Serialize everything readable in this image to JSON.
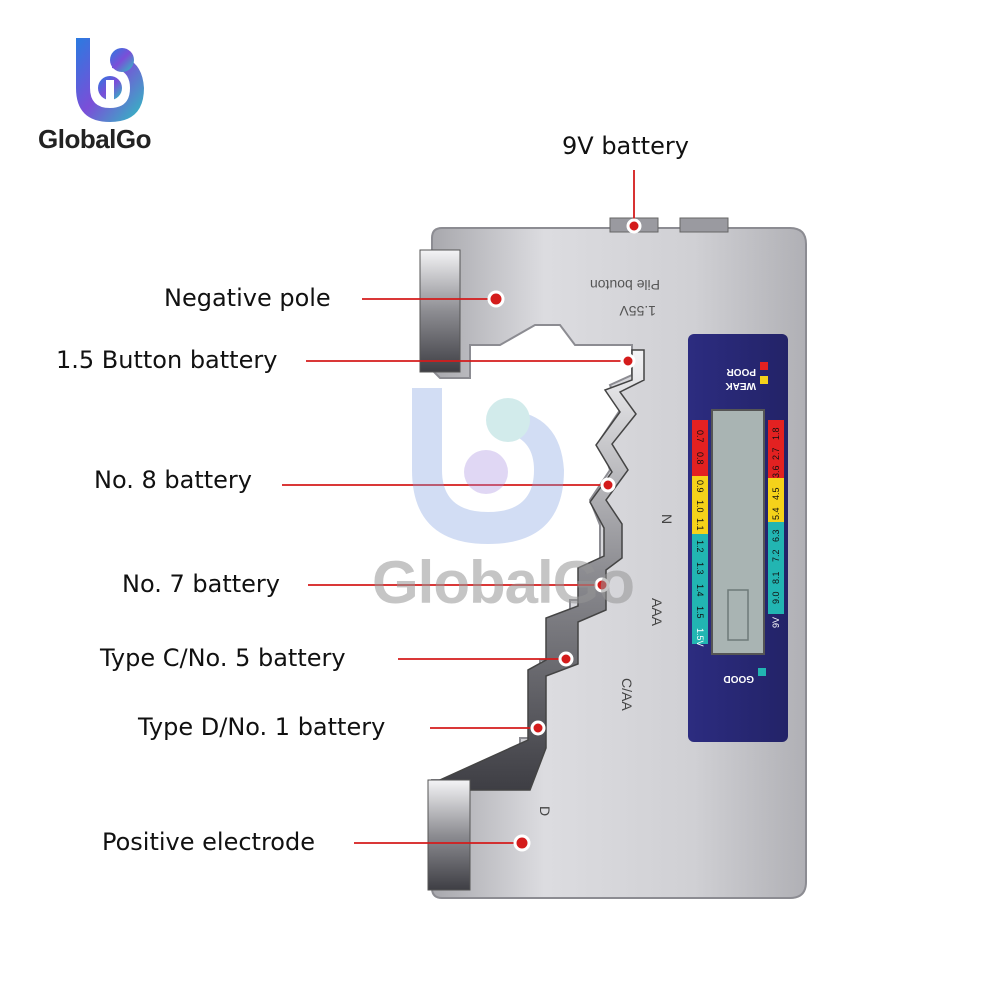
{
  "brand": {
    "name": "GlobalGo"
  },
  "watermark": {
    "text": "GlobalGo"
  },
  "callouts": [
    {
      "id": "9v",
      "text": "9V battery"
    },
    {
      "id": "neg",
      "text": "Negative pole"
    },
    {
      "id": "button",
      "text": "1.5 Button battery"
    },
    {
      "id": "no8",
      "text": "No. 8 battery"
    },
    {
      "id": "no7",
      "text": "No. 7 battery"
    },
    {
      "id": "c",
      "text": "Type C/No. 5 battery"
    },
    {
      "id": "d",
      "text": "Type D/No. 1 battery"
    },
    {
      "id": "pos",
      "text": "Positive electrode"
    }
  ],
  "device": {
    "engraving": [
      "Pile bouton",
      "1.55V"
    ],
    "slot_labels": [
      "N",
      "AAA",
      "C/AA",
      "D"
    ],
    "legend": {
      "poor": "POOR",
      "weak": "WEAK",
      "good": "GOOD"
    },
    "scale_left": [
      "0.7",
      "0.8",
      "0.9",
      "1.0",
      "1.1",
      "1.2",
      "1.3",
      "1.4",
      "1.5",
      "1.5V"
    ],
    "scale_right": [
      "1.8",
      "2.7",
      "3.6",
      "4.5",
      "5.4",
      "6.3",
      "7.2",
      "8.1",
      "9.0",
      "9V"
    ],
    "colors": {
      "poor": "#e32121",
      "weak": "#f5d21a",
      "good": "#22b5b2",
      "panel": "#2a2a7a",
      "body": "#c9c9cc",
      "marker": "#d41b1b"
    }
  }
}
